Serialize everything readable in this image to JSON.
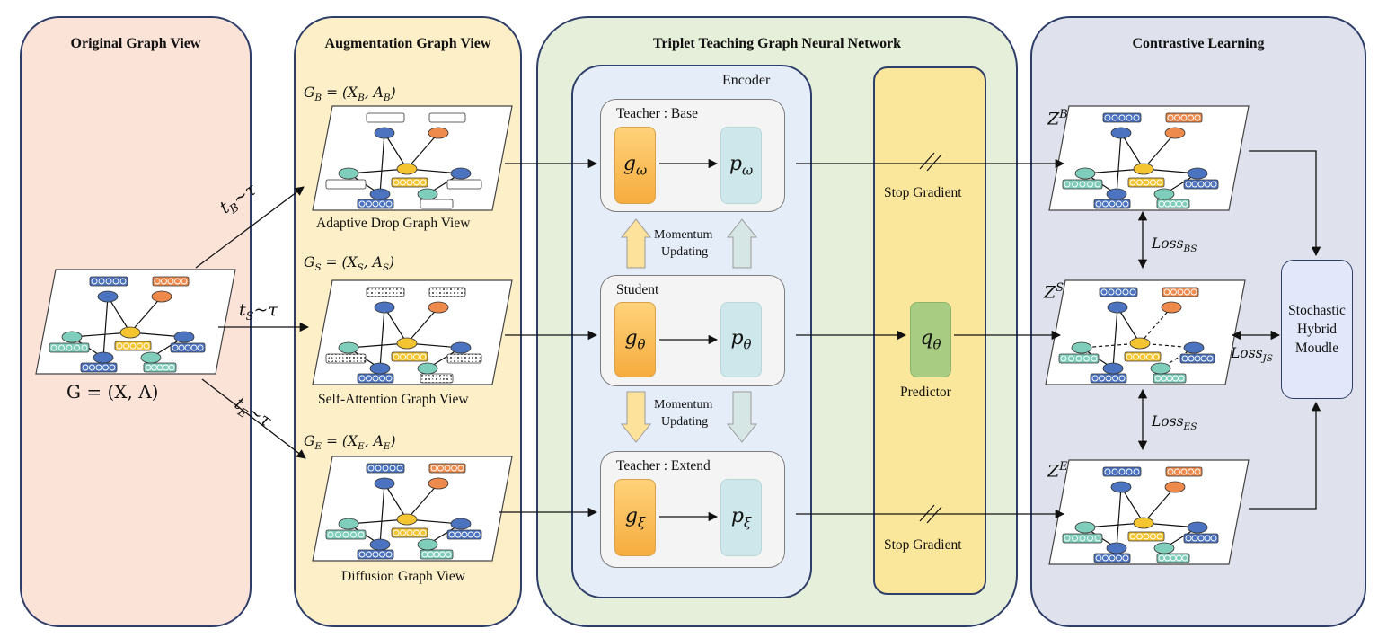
{
  "panels": {
    "original": {
      "title": "Original Graph View",
      "graph_label": "G = (X, A)"
    },
    "augmentation": {
      "title": "Augmentation Graph View",
      "views": [
        {
          "math": "G_B = (X_B, A_B)",
          "caption": "Adaptive Drop Graph View"
        },
        {
          "math": "G_S = (X_S, A_S)",
          "caption": "Self-Attention Graph View"
        },
        {
          "math": "G_E = (X_E, A_E)",
          "caption": "Diffusion Graph View"
        }
      ]
    },
    "triplet": {
      "title": "Triplet Teaching Graph Neural Network",
      "encoder_label": "Encoder",
      "teacher_base": {
        "label": "Teacher : Base",
        "g": "g_ω",
        "p": "p_ω"
      },
      "student": {
        "label": "Student",
        "g": "g_θ",
        "p": "p_θ"
      },
      "teacher_extend": {
        "label": "Teacher : Extend",
        "g": "g_ξ",
        "p": "p_ξ"
      },
      "momentum_top": {
        "line1": "Momentum",
        "line2": "Updating"
      },
      "momentum_bottom": {
        "line1": "Momentum",
        "line2": "Updating"
      },
      "stop_gradient_top": "Stop Gradient",
      "stop_gradient_bottom": "Stop Gradient",
      "predictor_symbol": "q_θ",
      "predictor_label": "Predictor"
    },
    "contrastive": {
      "title": "Contrastive Learning",
      "z_labels": [
        "Z^B",
        "Z^S",
        "Z^E"
      ],
      "losses": {
        "bs": "Loss_BS",
        "js": "Loss_JS",
        "es": "Loss_ES"
      },
      "hybrid": {
        "line1": "Stochastic",
        "line2": "Hybrid",
        "line3": "Moudle"
      }
    }
  },
  "transforms": [
    "t_B~τ",
    "t_S~τ",
    "t_E~τ"
  ],
  "colors": {
    "orig_panel": "#fbe3d8",
    "aug_panel": "#fdf0c8",
    "triplet_panel": "#e6efd9",
    "encoder_panel": "#e5edf8",
    "stopgrad_panel": "#fbe79b",
    "contrast_panel": "#dfe2ec",
    "hybrid_box": "#e2e8fa",
    "predictor": "#a8cc82",
    "border": "#2e3e69",
    "node_blue": "#4b73c0",
    "node_orange": "#ee8a4c",
    "node_yellow": "#f5c531",
    "node_teal": "#7fcdbb"
  }
}
